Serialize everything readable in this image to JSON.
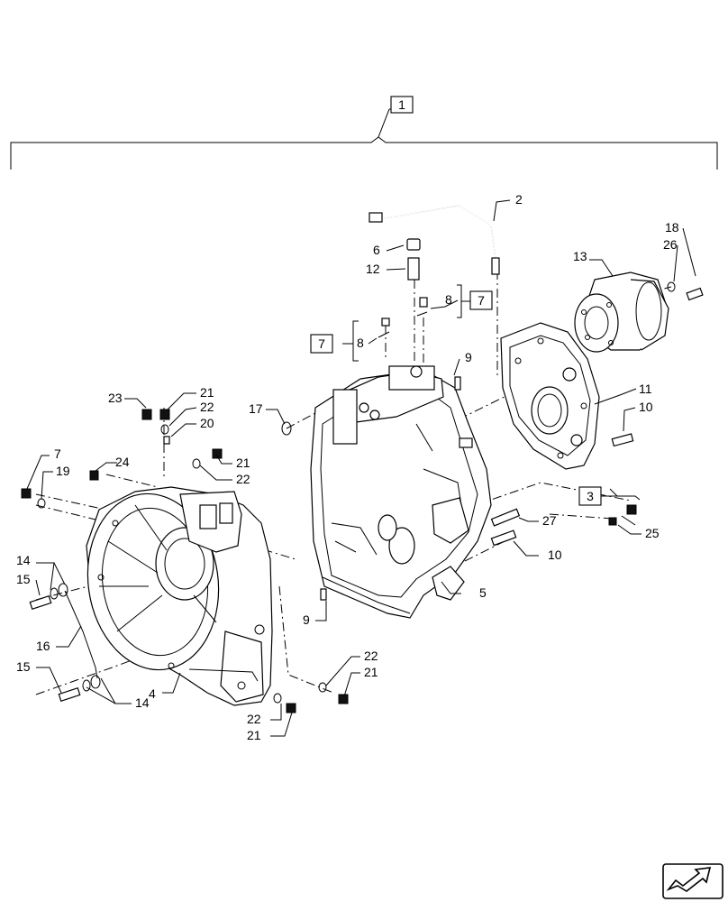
{
  "labels": {
    "l1": "1",
    "l2": "2",
    "l3": "3",
    "l4": "4",
    "l5": "5",
    "l6": "6",
    "l7a": "7",
    "l7b": "7",
    "l7c": "7",
    "l8a": "8",
    "l8b": "8",
    "l9a": "9",
    "l9b": "9",
    "l10a": "10",
    "l10b": "10",
    "l11": "11",
    "l12": "12",
    "l13": "13",
    "l14a": "14",
    "l14b": "14",
    "l15a": "15",
    "l15b": "15",
    "l16": "16",
    "l17": "17",
    "l18": "18",
    "l19": "19",
    "l20": "20",
    "l21a": "21",
    "l21b": "21",
    "l21c": "21",
    "l21d": "21",
    "l22a": "22",
    "l22b": "22",
    "l22c": "22",
    "l22d": "22",
    "l23": "23",
    "l24": "24",
    "l25": "25",
    "l26": "26",
    "l27": "27"
  },
  "icons": {
    "nav": "page-forward-arrow-icon"
  }
}
